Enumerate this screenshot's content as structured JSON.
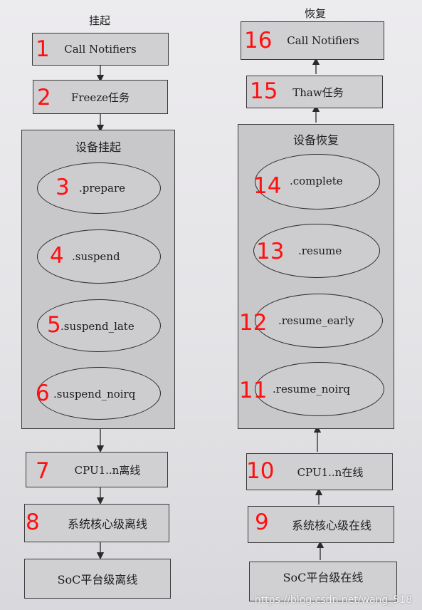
{
  "left_column": {
    "title": "挂起",
    "panel_title": "设备挂起",
    "steps": [
      {
        "num": "1",
        "label": "Call Notifiers"
      },
      {
        "num": "2",
        "label": "Freeze任务"
      },
      {
        "num": "3",
        "label": ".prepare"
      },
      {
        "num": "4",
        "label": ".suspend"
      },
      {
        "num": "5",
        "label": ".suspend_late"
      },
      {
        "num": "6",
        "label": ".suspend_noirq"
      },
      {
        "num": "7",
        "label": "CPU1..n离线"
      },
      {
        "num": "8",
        "label": "系统核心级离线"
      },
      {
        "num": "",
        "label": "SoC平台级离线"
      }
    ]
  },
  "right_column": {
    "title": "恢复",
    "panel_title": "设备恢复",
    "steps": [
      {
        "num": "16",
        "label": "Call Notifiers"
      },
      {
        "num": "15",
        "label": "Thaw任务"
      },
      {
        "num": "14",
        "label": ".complete"
      },
      {
        "num": "13",
        "label": ".resume"
      },
      {
        "num": "12",
        "label": ".resume_early"
      },
      {
        "num": "11",
        "label": ".resume_noirq"
      },
      {
        "num": "10",
        "label": "CPU1..n在线"
      },
      {
        "num": "9",
        "label": "系统核心级在线"
      },
      {
        "num": "",
        "label": "SoC平台级在线"
      }
    ]
  },
  "watermark": "https://blog.csdn.net/wang_518"
}
